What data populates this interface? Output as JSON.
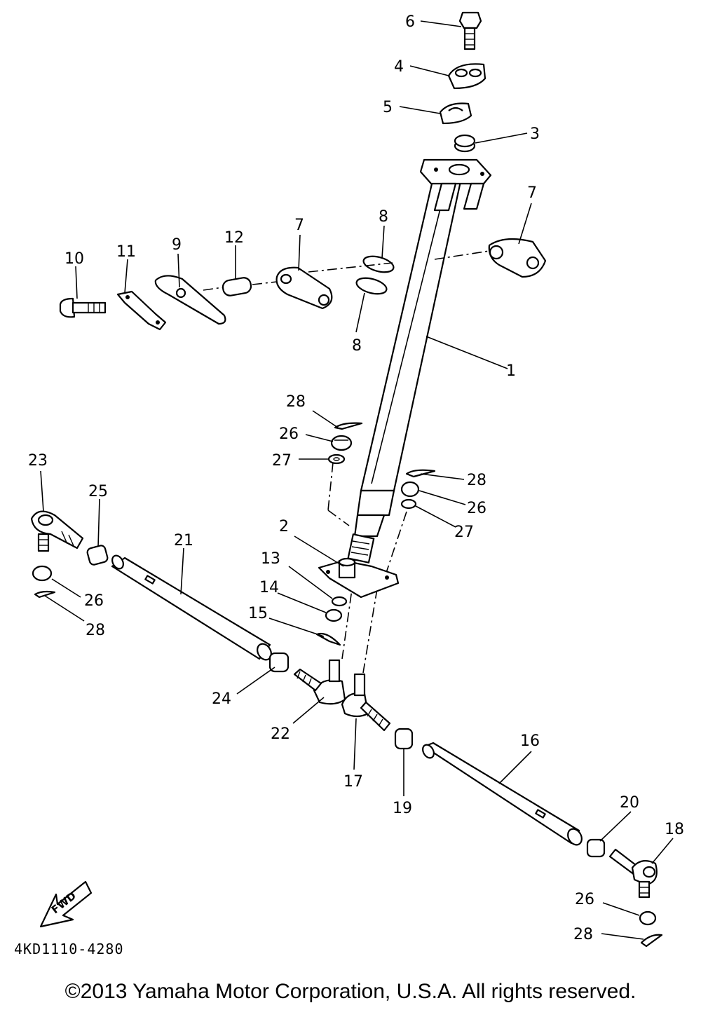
{
  "diagram": {
    "callouts": {
      "c1": "1",
      "c2": "2",
      "c3": "3",
      "c4": "4",
      "c5": "5",
      "c6": "6",
      "c7a": "7",
      "c7b": "7",
      "c8a": "8",
      "c8b": "8",
      "c9": "9",
      "c10": "10",
      "c11": "11",
      "c12": "12",
      "c13": "13",
      "c14": "14",
      "c15": "15",
      "c16": "16",
      "c17": "17",
      "c18": "18",
      "c19": "19",
      "c20": "20",
      "c21": "21",
      "c22": "22",
      "c23": "23",
      "c24": "24",
      "c25": "25",
      "c26a": "26",
      "c26b": "26",
      "c26c": "26",
      "c26d": "26",
      "c27a": "27",
      "c27b": "27",
      "c28a": "28",
      "c28b": "28",
      "c28c": "28",
      "c28d": "28"
    },
    "fwd_label": "FWD",
    "reference_code": "4KD1110-4280"
  },
  "footer": {
    "copyright": "©2013 Yamaha Motor Corporation, U.S.A. All rights reserved."
  }
}
